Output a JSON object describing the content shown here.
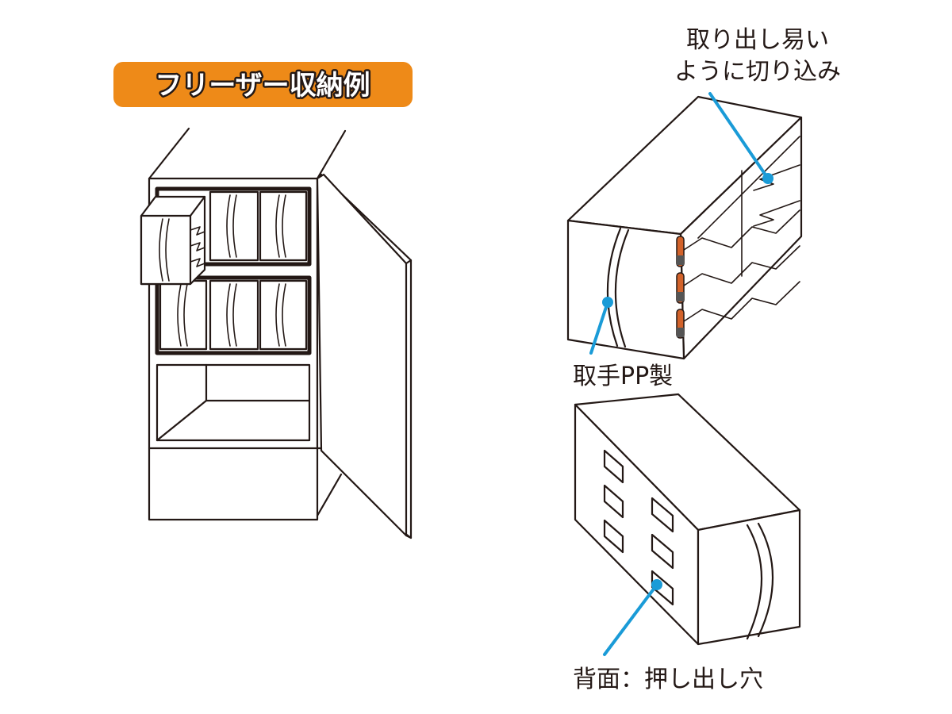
{
  "title": "フリーザー収納例",
  "colors": {
    "title_bg": "#ee8a18",
    "leader": "#1a9bd7",
    "handle": "#d2622a",
    "line": "#231815"
  },
  "labels": {
    "notch": [
      "取り出し易い",
      "ように切り込み"
    ],
    "handle": "取手PP製",
    "back": "背面：押し出し穴"
  }
}
